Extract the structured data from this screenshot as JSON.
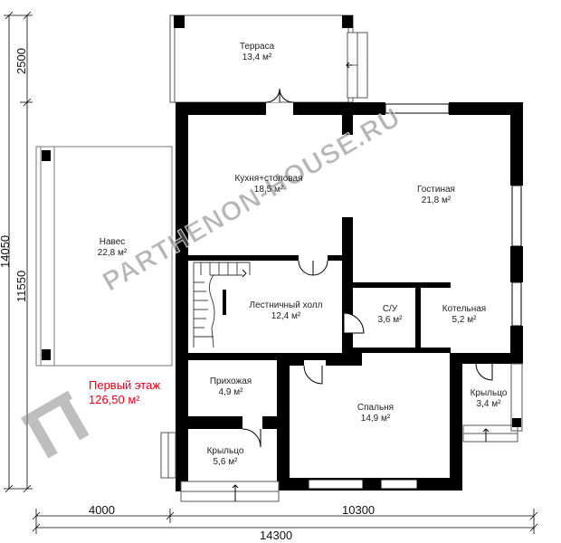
{
  "floor": {
    "title": "Первый этаж",
    "area": "126,50 м²"
  },
  "rooms": [
    {
      "name": "Терраса",
      "area": "13,4 м²"
    },
    {
      "name": "Навес",
      "area": "22,8 м²"
    },
    {
      "name": "Кухня+столовая",
      "area": "18,5 м²"
    },
    {
      "name": "Гостиная",
      "area": "21,8 м²"
    },
    {
      "name": "Лестничный холл",
      "area": "12,4 м²"
    },
    {
      "name": "С/У",
      "area": "3,6 м²"
    },
    {
      "name": "Котельная",
      "area": "5,2 м²"
    },
    {
      "name": "Прихожая",
      "area": "4,9 м²"
    },
    {
      "name": "Спальня",
      "area": "14,9 м²"
    },
    {
      "name": "Крыльцо",
      "area": "3,4 м²"
    },
    {
      "name": "Крыльцо",
      "area": "5,6 м²"
    }
  ],
  "dimensions": {
    "bottom_left": "4000",
    "bottom_right": "10300",
    "bottom_total": "14300",
    "left_terrace": "2500",
    "left_total": "14050",
    "left_main": "11550"
  },
  "watermark": "PARTHENON-HOUSE.RU",
  "colors": {
    "wall": "#000000",
    "floor_label": "#e2001a",
    "watermark": "#8a8a8a"
  }
}
